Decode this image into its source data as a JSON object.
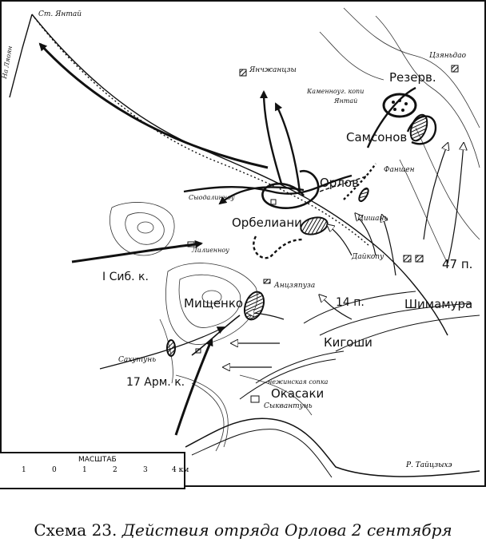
{
  "labels": {
    "st_yantai": "Ст. Янтай",
    "tsyandao": "Цзяньдао",
    "yanchzhuntszy": "Янчжанцзы",
    "reserve": "Резерв.",
    "kamennougl_kopi": "Каменноуг. копи",
    "yantai": "Янтай",
    "samsonov": "Самсонов",
    "fanshen": "Фаншен",
    "orlov": "Орлов",
    "syodalinnou": "Сыодалинноу",
    "orbeliani": "Орбелиани",
    "tsishan": "Цишань",
    "liliennou": "Лилиенноу",
    "sib_corps": "I Сиб. к.",
    "daikopu": "Дайкопу",
    "p47": "47 п.",
    "antszyapuza": "Анцзяпуза",
    "mishchenko": "Мищенко",
    "p14": "14 п.",
    "shimamura": "Шимамура",
    "kigoshi": "Кигоши",
    "satutun": "Сахутунь",
    "army17": "17 Арм. к.",
    "nezhinskaya": "нежинская сопка",
    "okasaki": "Окасаки",
    "sykvantun": "Сыквантунь",
    "liaoyang_rail": "На Ляоян",
    "author": "Р. Тайцзыхэ"
  },
  "scale": {
    "title": "МАСШТАБ",
    "ticks": [
      "1",
      "0",
      "1",
      "2",
      "3",
      "4 км"
    ]
  },
  "caption": {
    "prefix": "Схема 23.",
    "text": "Действия отряда Орлова 2 сентября"
  }
}
